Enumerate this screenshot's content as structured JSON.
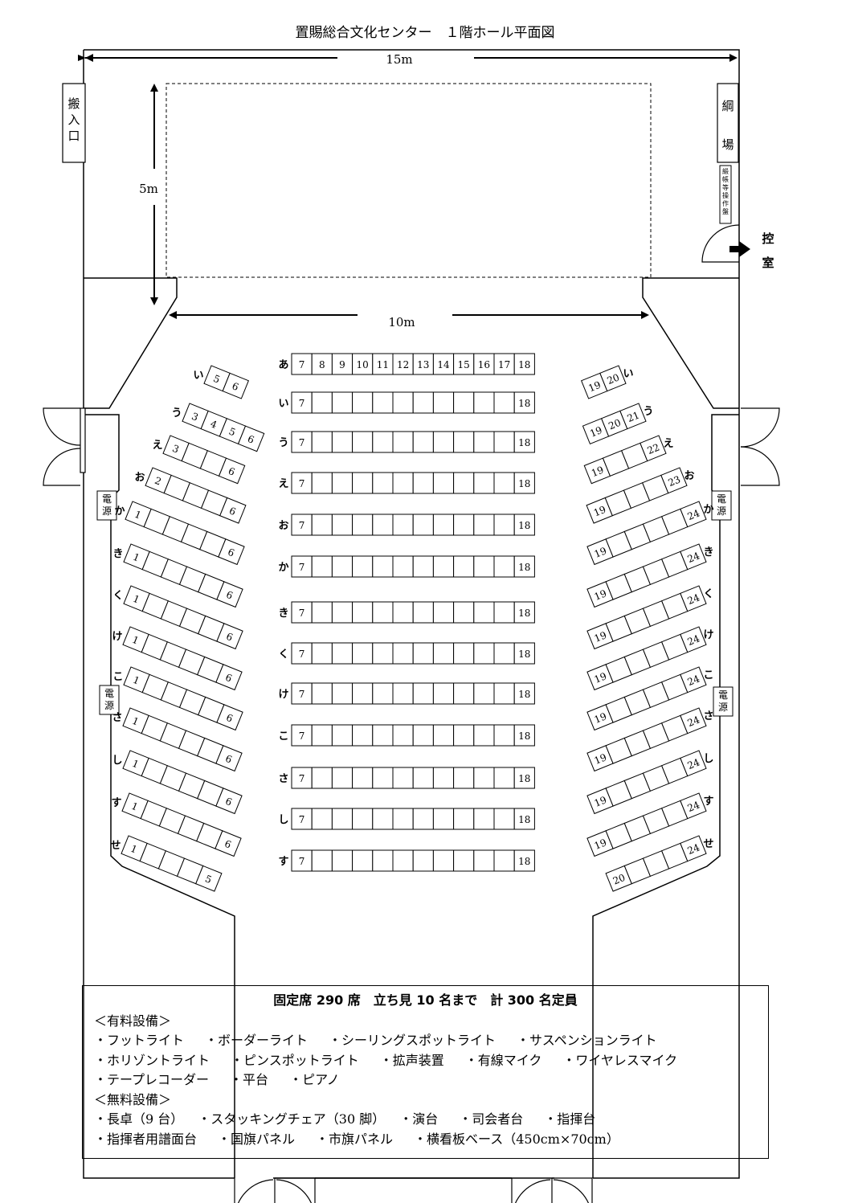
{
  "title": "置賜総合文化センター　１階ホール平面図",
  "dimensions": {
    "width": "15m",
    "depth": "5m",
    "stage": "10m"
  },
  "rooms": {
    "loading": "搬入口",
    "fly_gallery": "綱場",
    "curtain_control": "緞帳等操作盤",
    "control_room": "控室",
    "power": "電源"
  },
  "center_rows": [
    {
      "label": "あ",
      "first": 7,
      "last": 18,
      "numbered": true
    },
    {
      "label": "い",
      "first": 7,
      "last": 18
    },
    {
      "label": "う",
      "first": 7,
      "last": 18
    },
    {
      "label": "え",
      "first": 7,
      "last": 18
    },
    {
      "label": "お",
      "first": 7,
      "last": 18
    },
    {
      "label": "か",
      "first": 7,
      "last": 18
    },
    {
      "label": "き",
      "first": 7,
      "last": 18
    },
    {
      "label": "く",
      "first": 7,
      "last": 18
    },
    {
      "label": "け",
      "first": 7,
      "last": 18
    },
    {
      "label": "こ",
      "first": 7,
      "last": 18
    },
    {
      "label": "さ",
      "first": 7,
      "last": 18
    },
    {
      "label": "し",
      "first": 7,
      "last": 18
    },
    {
      "label": "す",
      "first": 7,
      "last": 18
    }
  ],
  "left_rows": [
    {
      "label": "い",
      "first": 5,
      "last": 6
    },
    {
      "label": "う",
      "first": 3,
      "last": 6,
      "first_num": 4,
      "second_num": 5
    },
    {
      "label": "え",
      "first": 3,
      "last": 6
    },
    {
      "label": "お",
      "first": 2,
      "last": 6
    },
    {
      "label": "か",
      "first": 1,
      "last": 6
    },
    {
      "label": "き",
      "first": 1,
      "last": 6
    },
    {
      "label": "く",
      "first": 1,
      "last": 6
    },
    {
      "label": "け",
      "first": 1,
      "last": 6
    },
    {
      "label": "こ",
      "first": 1,
      "last": 6
    },
    {
      "label": "さ",
      "first": 1,
      "last": 6
    },
    {
      "label": "し",
      "first": 1,
      "last": 6
    },
    {
      "label": "す",
      "first": 1,
      "last": 6
    },
    {
      "label": "せ",
      "first": 1,
      "last": 5
    }
  ],
  "right_rows": [
    {
      "label": "い",
      "first": 19,
      "last": 20,
      "numbered": true
    },
    {
      "label": "う",
      "first": 19,
      "last": 21,
      "numbered": true
    },
    {
      "label": "え",
      "first": 19,
      "last": 22
    },
    {
      "label": "お",
      "first": 19,
      "last": 23
    },
    {
      "label": "か",
      "first": 19,
      "last": 24
    },
    {
      "label": "き",
      "first": 19,
      "last": 24
    },
    {
      "label": "く",
      "first": 19,
      "last": 24
    },
    {
      "label": "け",
      "first": 19,
      "last": 24
    },
    {
      "label": "こ",
      "first": 19,
      "last": 24
    },
    {
      "label": "さ",
      "first": 19,
      "last": 24
    },
    {
      "label": "し",
      "first": 19,
      "last": 24
    },
    {
      "label": "す",
      "first": 19,
      "last": 24
    },
    {
      "label": "せ",
      "first": 20,
      "last": 24
    }
  ],
  "info": {
    "capacity": "固定席 290 席　立ち見 10 名まで　計 300 名定員",
    "paid_header": "＜有料設備＞",
    "paid_lines": [
      [
        "・フットライト",
        "・ボーダーライト",
        "・シーリングスポットライト",
        "・サスペンションライト"
      ],
      [
        "・ホリゾントライト",
        "・ピンスポットライト",
        "・拡声装置",
        "・有線マイク",
        "・ワイヤレスマイク"
      ],
      [
        "・テープレコーダー",
        "・平台",
        "・ピアノ"
      ]
    ],
    "free_header": "＜無料設備＞",
    "free_lines": [
      [
        "・長卓（9 台）",
        "・スタッキングチェア（30 脚）",
        "・演台",
        "・司会者台",
        "・指揮台"
      ],
      [
        "・指揮者用譜面台",
        "・国旗パネル",
        "・市旗パネル",
        "・横看板ベース（450cm×70cm）"
      ]
    ]
  }
}
